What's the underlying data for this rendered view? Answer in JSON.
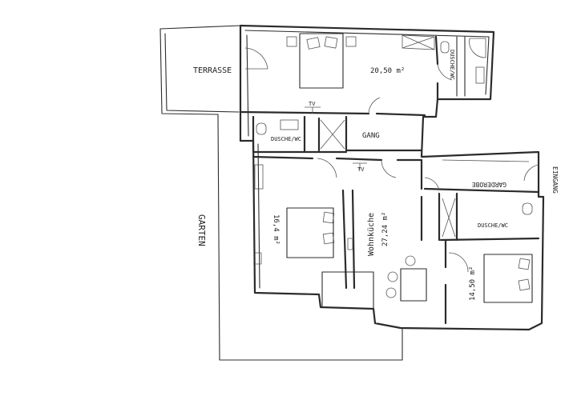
{
  "labels": {
    "terrasse": "TERRASSE",
    "garten": "GARTEN",
    "eingang": "EINGANG",
    "bedroom_top_area": "20,50 m²",
    "dusche_wc_top_right": "DUSCHE/WC",
    "tv_top": "TV",
    "dusche_wc_left": "DUSCHE/WC",
    "gang": "GANG",
    "tv_middle": "TV",
    "bedroom_left_area": "16,4 m²",
    "wohnkueche": "Wohnküche",
    "wohnkueche_area": "27,24 m²",
    "garderobe": "GARDEROBE",
    "dusche_wc_right": "DUSCHE/WC",
    "bedroom_right_area": "14,50 m²"
  }
}
